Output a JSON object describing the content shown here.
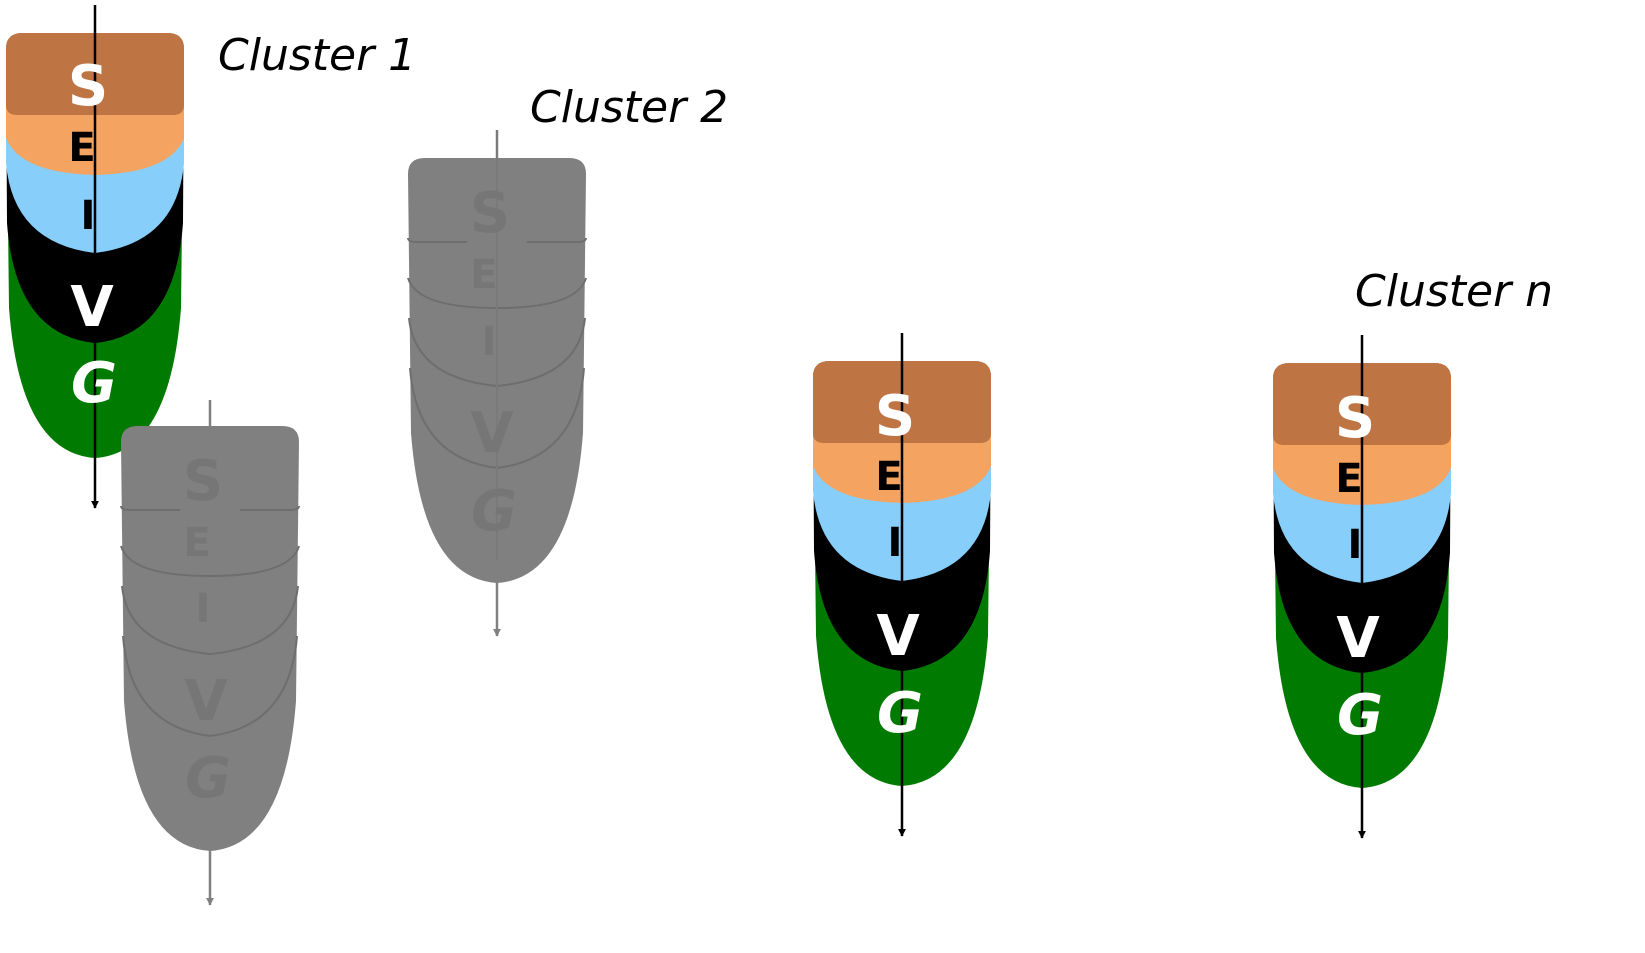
{
  "cluster_labels": {
    "c1": "Cluster 1",
    "c2": "Cluster 2",
    "cn": "Cluster n"
  },
  "compartments": {
    "s": "S",
    "e": "E",
    "i": "I",
    "v": "V",
    "g": "G"
  },
  "colors": {
    "s": "#bf7444",
    "e": "#f4a460",
    "i": "#87cefa",
    "v": "#000000",
    "g": "#007a00",
    "faded": "#808080",
    "faded_line": "#6e6e6e",
    "faded_text": "#767676"
  }
}
